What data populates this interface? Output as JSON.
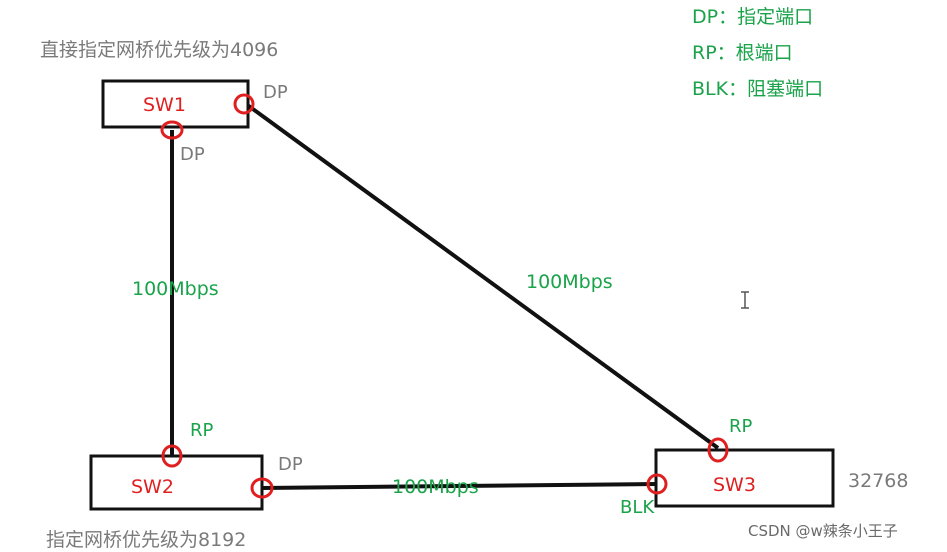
{
  "colors": {
    "line": "#111111",
    "port_ring": "#e02020",
    "green": "#1aa34a",
    "gray": "#7a7a7a",
    "red": "#e02020"
  },
  "legend": {
    "dp": "DP：指定端口",
    "rp": "RP：根端口",
    "blk": "BLK：阻塞端口"
  },
  "notes": {
    "sw1": "直接指定网桥优先级为4096",
    "sw2": "指定网桥优先级为8192",
    "sw3": "32768"
  },
  "switches": {
    "sw1": "SW1",
    "sw2": "SW2",
    "sw3": "SW3"
  },
  "ports": {
    "sw1_right": "DP",
    "sw1_bottom": "DP",
    "sw2_top": "RP",
    "sw2_right": "DP",
    "sw3_top": "RP",
    "sw3_left": "BLK"
  },
  "links": {
    "sw1_sw2": "100Mbps",
    "sw1_sw3": "100Mbps",
    "sw2_sw3": "100Mbps"
  },
  "cursor_icon": "text-cursor-icon",
  "watermark": "CSDN @w辣条小王子"
}
